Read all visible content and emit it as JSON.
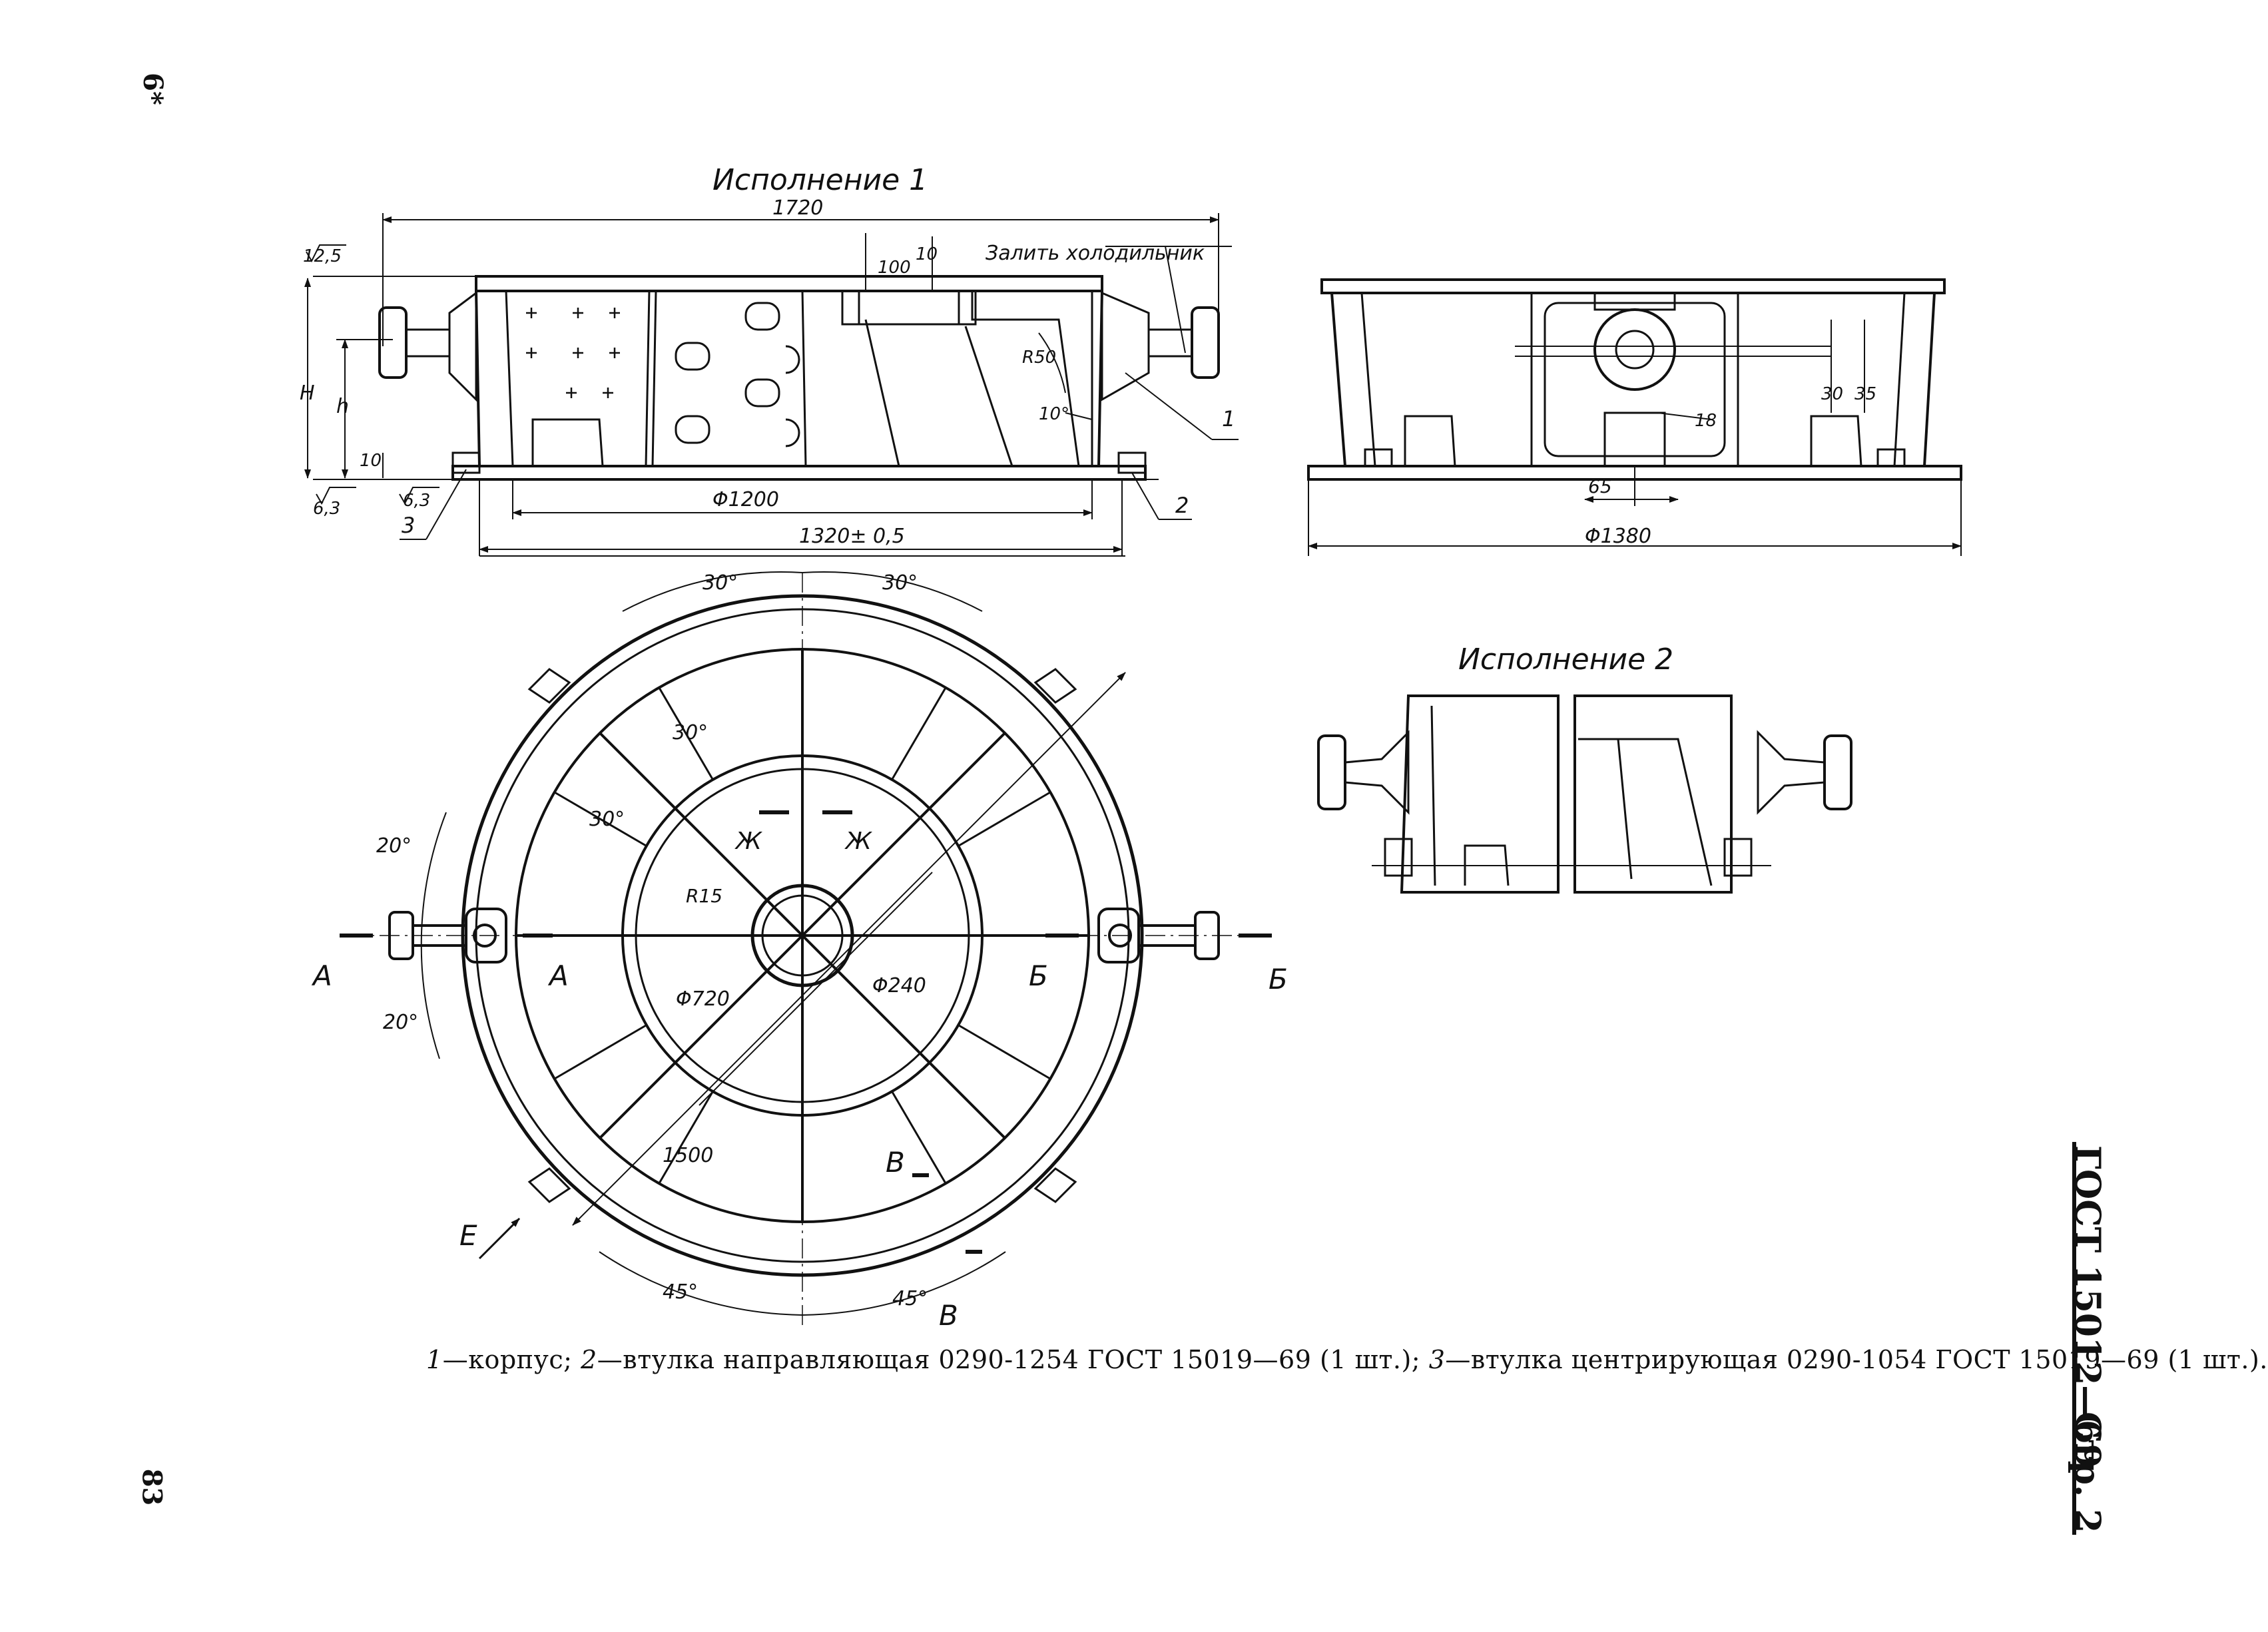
{
  "views": {
    "variant1_title": "Исполнение 1",
    "variant2_title": "Исполнение 2",
    "chill_note": "Залить холодильник"
  },
  "dimensions": {
    "overall_length": "1720",
    "rough_top": "12,5",
    "height_H": "H",
    "height_h": "h",
    "base_10": "10",
    "rough_left": "6,3",
    "rough_left2": "6,3",
    "d1200": "Φ1200",
    "d1320": "1320± 0,5",
    "dim100": "100",
    "dim10": "10",
    "r50": "R50",
    "angle10": "10°",
    "d1380": "Φ1380",
    "dim65": "65",
    "dim18": "18",
    "dim30": "30",
    "dim35": "35",
    "angle30_a": "30°",
    "angle30_b": "30°",
    "angle30_c": "30°",
    "angle30_d": "30°",
    "angle20_a": "20°",
    "angle20_b": "20°",
    "angle45_a": "45°",
    "angle45_b": "45°",
    "r15": "R15",
    "d720": "Φ720",
    "d240": "Φ240",
    "d1500": "1500"
  },
  "callouts": {
    "part1": "1",
    "part2": "2",
    "part3": "3"
  },
  "sections": {
    "a_left": "А",
    "a_right": "А",
    "b_left": "Б",
    "b_right": "Б",
    "v_top": "В",
    "v_bottom": "В",
    "zh_left": "Ж",
    "zh_right": "Ж",
    "e_view": "Е"
  },
  "caption": {
    "n1": "1",
    "t1": "—корпус; ",
    "n2": "2",
    "t2": "—втулка направляющая 0290-1254 ГОСТ 15019—69 (1 шт.); ",
    "n3": "3",
    "t3": "—втулка центрирующая 0290-1054 ГОСТ 15019—69 (1 шт.)."
  },
  "margin": {
    "standard": "ГОСТ 15012—69",
    "page": "Стр. 2",
    "top_mark": "6*",
    "bottom_mark": "83"
  }
}
